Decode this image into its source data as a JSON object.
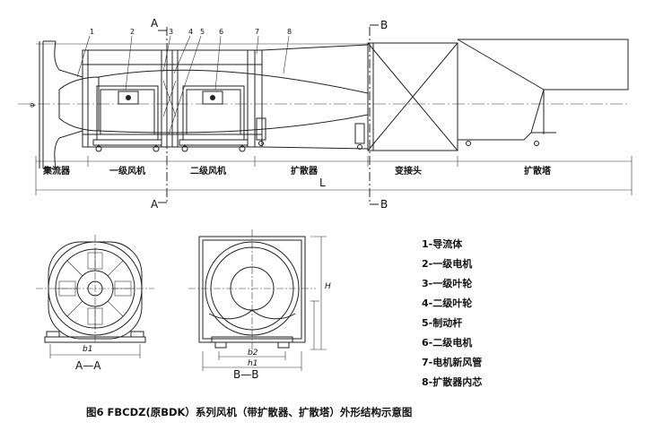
{
  "cut_marks": {
    "a_top": "A",
    "a_bottom": "A",
    "b_top": "B",
    "b_bottom": "B"
  },
  "callouts": [
    "1",
    "2",
    "3",
    "4",
    "5",
    "6",
    "7",
    "8"
  ],
  "segments": [
    "集流器",
    "一级风机",
    "二级风机",
    "扩散器",
    "变接头",
    "扩散塔"
  ],
  "total_length": "L",
  "views": {
    "aa": {
      "label": "A—A",
      "dim_b1": "b1"
    },
    "bb": {
      "label": "B—B",
      "dim_b2": "b2",
      "dim_h1": "h1",
      "dim_h": "H"
    }
  },
  "legend": [
    "1-导流体",
    "2-一级电机",
    "3-一级叶轮",
    "4-二级叶轮",
    "5-制动杆",
    "6-二级电机",
    "7-电机新风管",
    "8-扩散器内芯"
  ],
  "caption": "图6 FBCDZ(原BDK）系列风机（带扩散器、扩散塔）外形结构示意图"
}
